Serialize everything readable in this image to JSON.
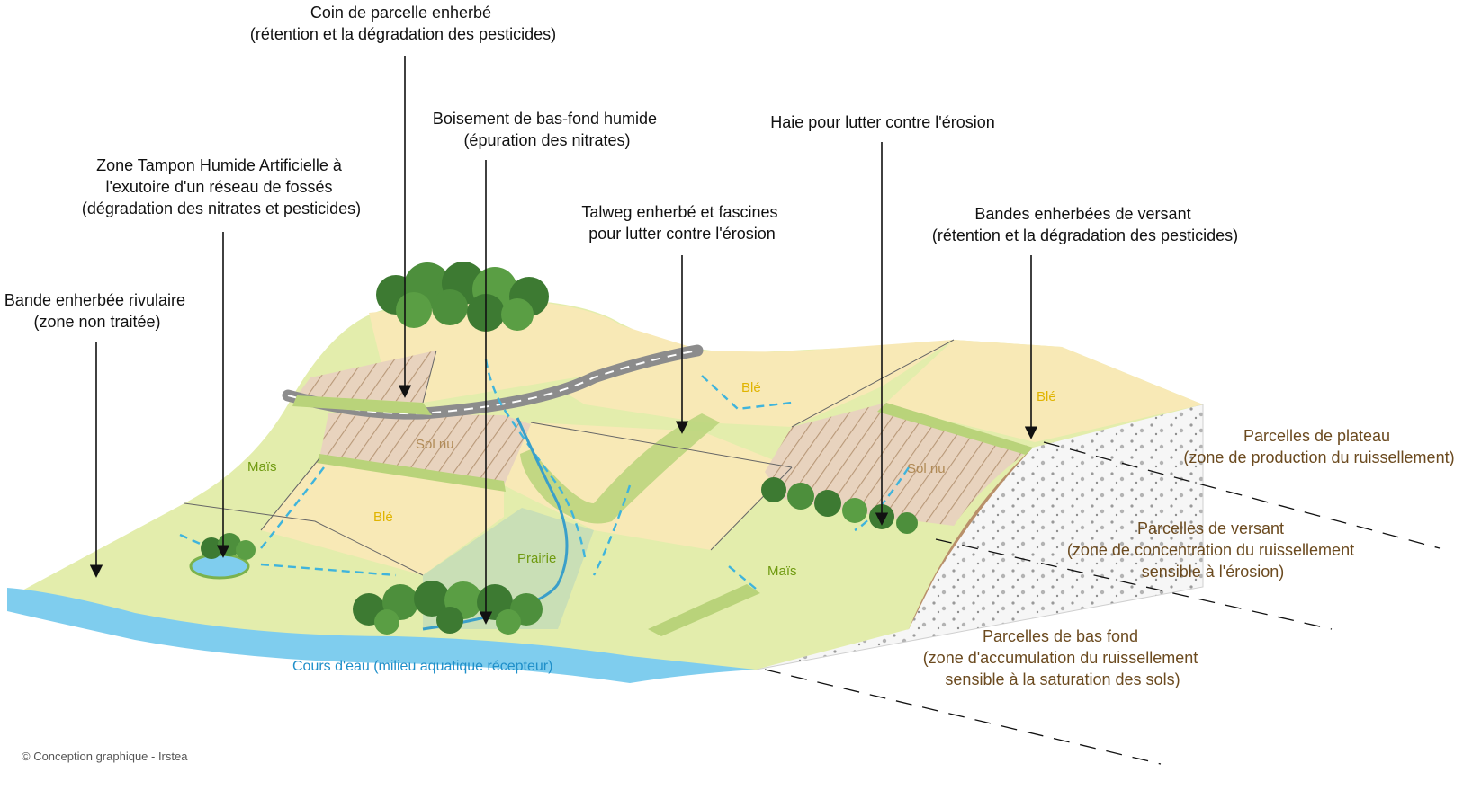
{
  "colors": {
    "plateau_wheat": "#f8e9b6",
    "maize_green": "#e3edac",
    "bare_soil": "#e8d3be",
    "grass_strip": "#b9d37a",
    "prairie": "#c9dfb6",
    "river": "#7fcdee",
    "runoff_dash": "#3fb4dc",
    "zone_text": "#6b4a1f",
    "wheat_text": "#e0b400",
    "maize_text": "#6f9a10"
  },
  "labels": {
    "corner_grass": [
      "Coin de parcelle enherbé",
      "(rétention et la dégradation des pesticides)"
    ],
    "woodland": [
      "Boisement de bas-fond humide",
      "(épuration des nitrates)"
    ],
    "hedge": [
      "Haie pour lutter contre l'érosion"
    ],
    "wetland_zone": [
      "Zone Tampon Humide Artificielle à",
      "l'exutoire d'un réseau de fossés",
      "(dégradation des nitrates et pesticides)"
    ],
    "talweg": [
      "Talweg enherbé et fascines",
      "pour lutter contre l'érosion"
    ],
    "slope_strips": [
      "Bandes enherbées de versant",
      "(rétention et la dégradation des pesticides)"
    ],
    "riparian_strip": [
      "Bande enherbée rivulaire",
      "(zone non traitée)"
    ]
  },
  "zones": {
    "plateau": [
      "Parcelles de plateau",
      "(zone de production du ruissellement)"
    ],
    "slope": [
      "Parcelles de versant",
      "(zone de concentration du ruissellement",
      "sensible à l'érosion)"
    ],
    "bottom": [
      "Parcelles de bas fond",
      "(zone d'accumulation du ruissellement",
      "sensible à la saturation des sols)"
    ]
  },
  "crops": {
    "ble_1": "Blé",
    "ble_2": "Blé",
    "ble_3": "Blé",
    "sol_nu_1": "Sol nu",
    "sol_nu_2": "Sol nu",
    "mais_1": "Maïs",
    "mais_2": "Maïs",
    "prairie": "Prairie"
  },
  "river_label": "Cours d'eau (milieu aquatique récepteur)",
  "credit": "© Conception graphique - Irstea"
}
